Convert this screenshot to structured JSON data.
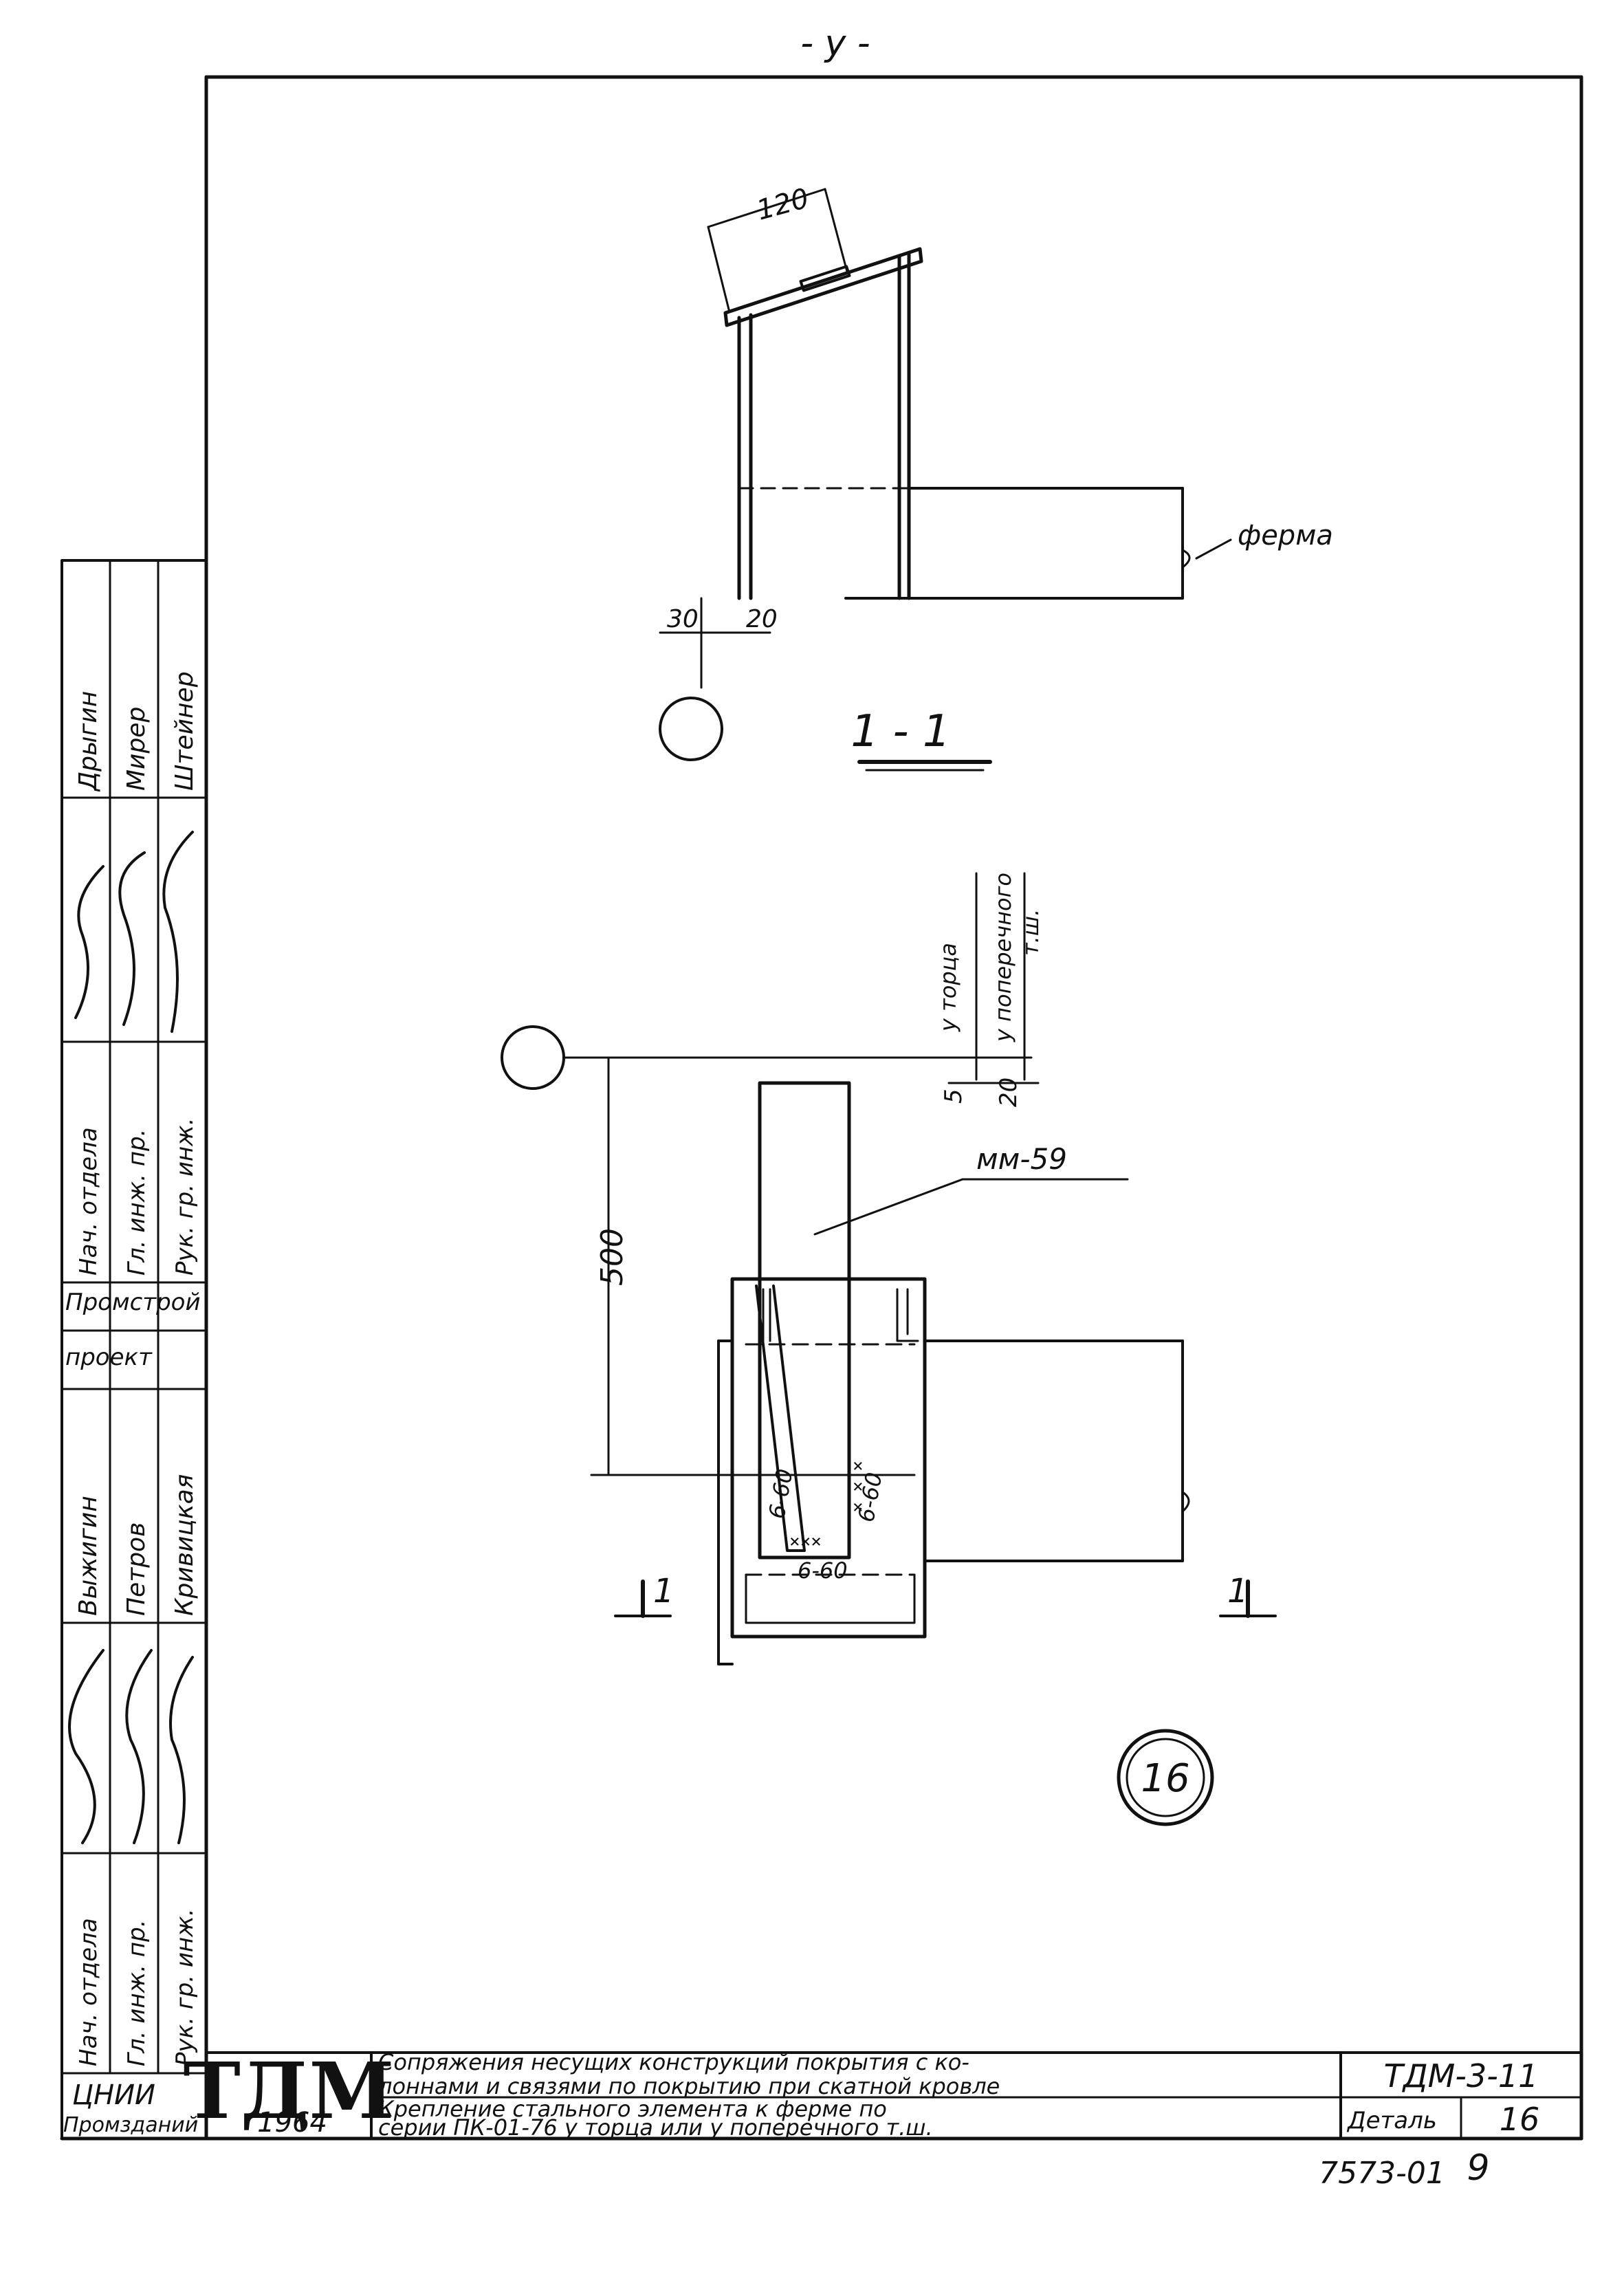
{
  "sheet": {
    "page_mark": "- у -",
    "archive_number": "7573-01",
    "page_number": "9"
  },
  "drawing": {
    "section_upper": {
      "dim_top": "120",
      "dim_left": "30",
      "dim_right": "20",
      "leader_label": "ферма"
    },
    "section_mark": "1 - 1",
    "plan": {
      "vertical_label_1": "у торца",
      "vertical_label_2": "у поперечного",
      "vertical_label_3": "т.ш.",
      "dim_a": "5",
      "dim_b": "20",
      "dim_height": "500",
      "element_label": "мм-59",
      "weld_left": "6-60",
      "weld_right": "6-60",
      "weld_bottom": "6-60",
      "cut_mark_left": "1",
      "cut_mark_right": "1"
    },
    "detail_badge": "16"
  },
  "side_stamp": {
    "rows_top": [
      {
        "role": "Нач. отдела",
        "name": "Дрыгин"
      },
      {
        "role": "Гл. инж. пр.",
        "name": "Мирер"
      },
      {
        "role": "Рук. гр. инж.",
        "name": "Штейнер"
      }
    ],
    "org_top": "Промстрой",
    "org_bottom": "проект",
    "rows_bottom": [
      {
        "role": "Нач. отдела",
        "name": "Выжигин"
      },
      {
        "role": "Гл. инж. пр.",
        "name": "Петров"
      },
      {
        "role": "Рук. гр. инж.",
        "name": "Кривицкая"
      }
    ],
    "institute_1": "ЦНИИ",
    "institute_2": "Промзданий"
  },
  "title_block": {
    "logo": "ТДМ",
    "year": "1964",
    "title_line1": "Сопряжения несущих конструкций покрытия с ко-",
    "title_line2": "лоннами и связями по покрытию при скатной кровле",
    "subtitle_line1": "Крепление стального элемента к ферме по",
    "subtitle_line2": "серии ПК-01-76 у торца или у поперечного т.ш.",
    "code": "ТДМ-3-11",
    "detail_label": "Деталь",
    "detail_number": "16"
  }
}
